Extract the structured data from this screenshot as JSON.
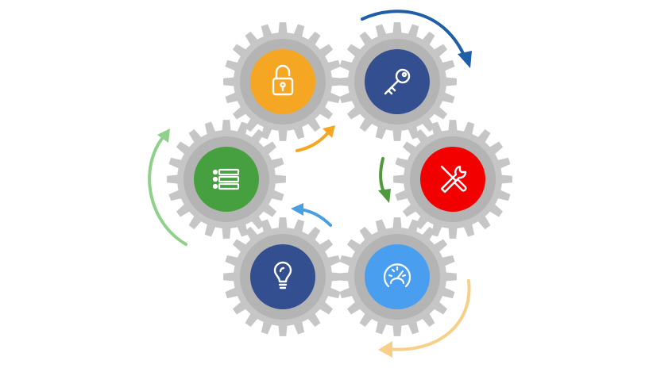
{
  "colors": {
    "gear_fill": "#c6c6c6",
    "gear_ring": "#b4b4b4",
    "icon_line": "#ffffff",
    "arrow_dark_blue": "#1f5ea8",
    "arrow_orange": "#f5a623",
    "arrow_green": "#4e9a3a",
    "arrow_light_blue": "#4a9fe0",
    "arrow_light_green": "#8fd08a",
    "arrow_light_orange": "#f7cf88"
  },
  "gears": [
    {
      "id": "lock",
      "icon": "padlock-icon",
      "center_color": "#f5a623"
    },
    {
      "id": "key",
      "icon": "key-icon",
      "center_color": "#344f8f"
    },
    {
      "id": "tools",
      "icon": "wrench-screwdriver-icon",
      "center_color": "#f20000"
    },
    {
      "id": "gauge",
      "icon": "speedometer-icon",
      "center_color": "#4a9ef0"
    },
    {
      "id": "bulb",
      "icon": "lightbulb-icon",
      "center_color": "#344f8f"
    },
    {
      "id": "list",
      "icon": "checklist-icon",
      "center_color": "#46a040"
    }
  ],
  "arrows": [
    {
      "id": "lock-to-key",
      "color_key": "arrow_orange"
    },
    {
      "id": "key-outer",
      "color_key": "arrow_dark_blue"
    },
    {
      "id": "key-to-tools",
      "color_key": "arrow_green"
    },
    {
      "id": "gauge-outer",
      "color_key": "arrow_light_orange"
    },
    {
      "id": "gauge-to-list",
      "color_key": "arrow_light_blue"
    },
    {
      "id": "list-outer",
      "color_key": "arrow_light_green"
    }
  ]
}
